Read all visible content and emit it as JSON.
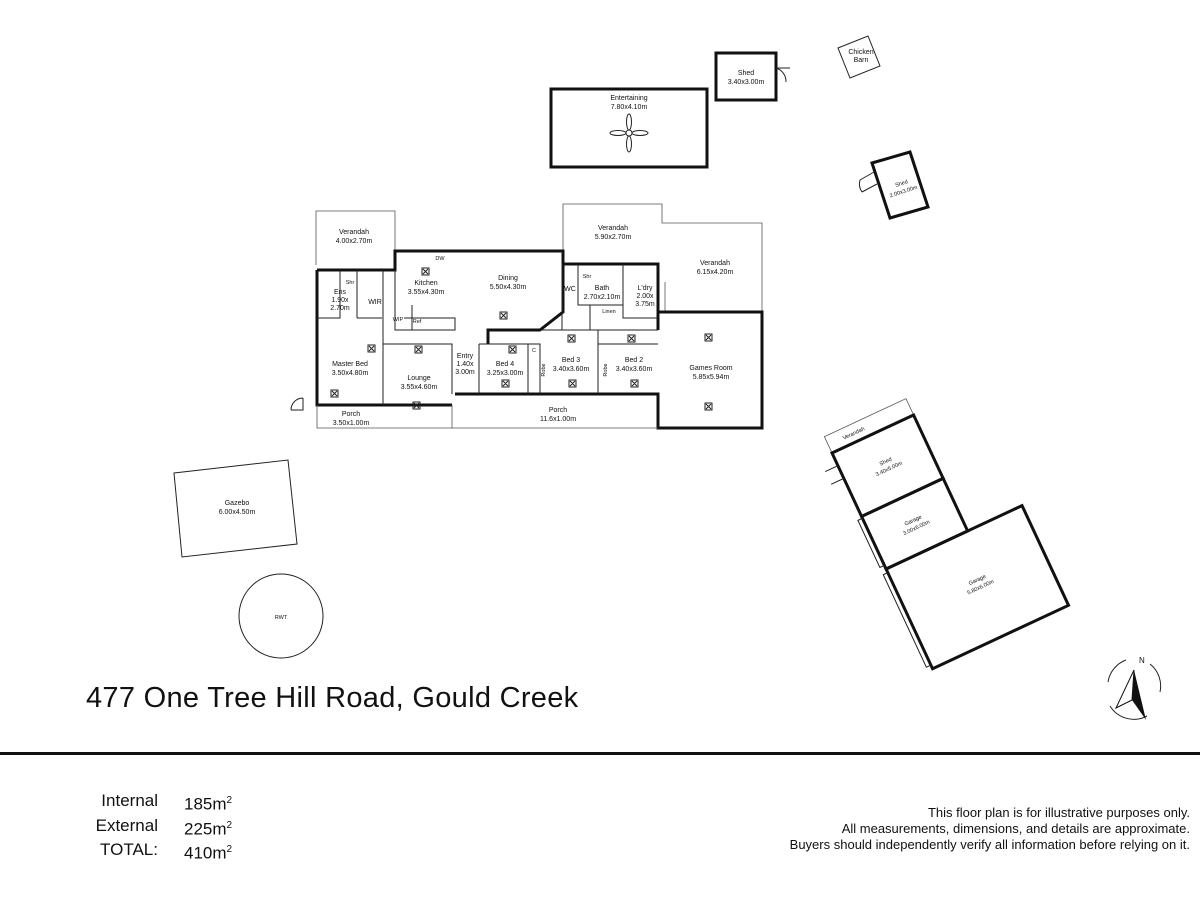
{
  "address": "477 One Tree Hill Road, Gould Creek",
  "areas": [
    {
      "label": "Internal",
      "value": "185m",
      "sup": "2"
    },
    {
      "label": "External",
      "value": "225m",
      "sup": "2"
    },
    {
      "label": "TOTAL:",
      "value": "410m",
      "sup": "2"
    }
  ],
  "disclaimer": [
    "This floor plan is for illustrative purposes only.",
    "All measurements, dimensions, and details are approximate.",
    "Buyers should independently verify all information before relying on it."
  ],
  "compass_label": "N",
  "rooms": {
    "verandah_w": {
      "name": "Verandah",
      "dim": "4.00x2.70m"
    },
    "verandah_c": {
      "name": "Verandah",
      "dim": "5.90x2.70m"
    },
    "verandah_e": {
      "name": "Verandah",
      "dim": "6.15x4.20m"
    },
    "verandah_shed": {
      "name": "Verandah"
    },
    "entertaining": {
      "name": "Entertaining",
      "dim": "7.80x4.10m"
    },
    "shed_top": {
      "name": "Shed",
      "dim": "3.40x3.00m"
    },
    "chicken_barn": {
      "name1": "Chicken",
      "name2": "Barn"
    },
    "shed_small": {
      "name": "Shed",
      "dim": "2.00x3.00m"
    },
    "kitchen": {
      "name": "Kitchen",
      "dim": "3.55x4.30m"
    },
    "dining": {
      "name": "Dining",
      "dim": "5.50x4.30m"
    },
    "ens": {
      "name": "Ens",
      "dim1": "1.90x",
      "dim2": "2.70m"
    },
    "wir": {
      "name": "WIR"
    },
    "wip": {
      "name": "WIP"
    },
    "ref": {
      "name": "Ref"
    },
    "dw": {
      "name": "DW"
    },
    "shw1": {
      "name": "Shr"
    },
    "shw2": {
      "name": "Shr"
    },
    "wc": {
      "name": "WC"
    },
    "bath": {
      "name": "Bath",
      "dim": "2.70x2.10m"
    },
    "ldry": {
      "name": "L'dry",
      "dim1": "2.00x",
      "dim2": "3.75m"
    },
    "linen": {
      "name": "Linen"
    },
    "master": {
      "name": "Master Bed",
      "dim": "3.50x4.80m"
    },
    "lounge": {
      "name": "Lounge",
      "dim": "3.55x4.60m"
    },
    "entry": {
      "name": "Entry",
      "dim1": "1.40x",
      "dim2": "3.00m"
    },
    "bed4": {
      "name": "Bed 4",
      "dim": "3.25x3.00m"
    },
    "bed3": {
      "name": "Bed 3",
      "dim": "3.40x3.60m"
    },
    "bed2": {
      "name": "Bed 2",
      "dim": "3.40x3.60m"
    },
    "robe1": {
      "name": "Robe"
    },
    "robe2": {
      "name": "Robe"
    },
    "c": {
      "name": "C"
    },
    "games": {
      "name": "Games Room",
      "dim": "5.85x5.94m"
    },
    "porch_w": {
      "name": "Porch",
      "dim": "3.50x1.00m"
    },
    "porch_main": {
      "name": "Porch",
      "dim": "11.6x1.00m"
    },
    "gazebo": {
      "name": "Gazebo",
      "dim": "6.00x4.50m"
    },
    "rwt": {
      "name": "RWT"
    },
    "shed_r": {
      "name": "Shed",
      "dim": "3.40x5.00m"
    },
    "garage1": {
      "name": "Garage",
      "dim": "3.00x6.00m"
    },
    "garage2": {
      "name": "Garage",
      "dim": "5.80x6.00m"
    }
  }
}
